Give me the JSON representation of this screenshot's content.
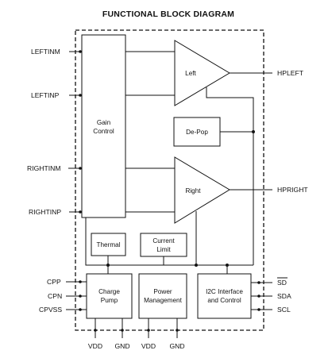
{
  "title": "FUNCTIONAL BLOCK DIAGRAM",
  "pins_left": {
    "leftinm": "LEFTINM",
    "leftinp": "LEFTINP",
    "rightinm": "RIGHTINM",
    "rightinp": "RIGHTINP",
    "cpp": "CPP",
    "cpn": "CPN",
    "cpvss": "CPVSS"
  },
  "pins_right": {
    "hpleft": "HPLEFT",
    "hpright": "HPRIGHT",
    "sd": "SD",
    "sda": "SDA",
    "scl": "SCL"
  },
  "pins_bottom": {
    "vdd_1": "VDD",
    "gnd_1": "GND",
    "vdd_2": "VDD",
    "gnd_2": "GND"
  },
  "blocks": {
    "gain_control": [
      "Gain",
      "Control"
    ],
    "left_amp": "Left",
    "right_amp": "Right",
    "depop": "De-Pop",
    "thermal": "Thermal",
    "current_limit": [
      "Current",
      "Limit"
    ],
    "charge_pump": [
      "Charge",
      "Pump"
    ],
    "power_management": [
      "Power",
      "Management"
    ],
    "i2c": [
      "I2C Interface",
      "and Control"
    ]
  }
}
